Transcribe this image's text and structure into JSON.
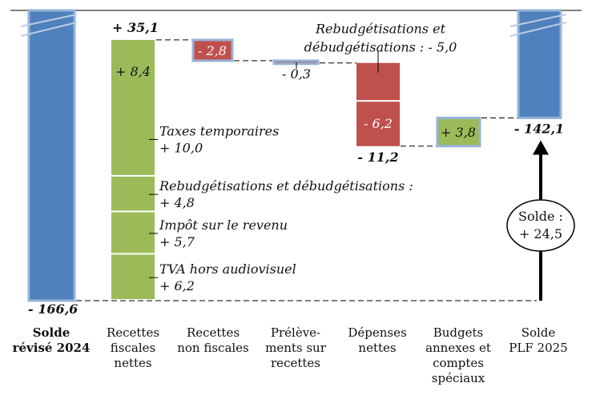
{
  "chart_data": {
    "type": "waterfall",
    "title": "",
    "start": {
      "label": "Solde révisé 2024",
      "value": -166.6,
      "value_label": "- 166,6"
    },
    "end": {
      "label": "Solde PLF 2025",
      "value": -142.1,
      "value_label": "- 142,1"
    },
    "categories": [
      "Solde révisé 2024",
      "Recettes fiscales nettes",
      "Recettes non fiscales",
      "Prélève-ments sur recettes",
      "Dépenses nettes",
      "Budgets annexes et comptes spéciaux",
      "Solde PLF 2025"
    ],
    "category_display": [
      "Solde\nrévisé 2024",
      "Recettes\nfiscales\nnettes",
      "Recettes\nnon fiscales",
      "Prélève-\nments sur\nrecettes",
      "Dépenses\nnettes",
      "Budgets\nannexes et\ncomptes\nspéciaux",
      "Solde\nPLF 2025"
    ],
    "steps": [
      {
        "category": "Recettes fiscales nettes",
        "value": 35.1,
        "total_label": "+ 35,1",
        "segments": [
          {
            "value": 6.2,
            "label": "TVA hors audiovisuel",
            "value_label": "+ 6,2"
          },
          {
            "value": 5.7,
            "label": "Impôt sur le revenu",
            "value_label": "+ 5,7"
          },
          {
            "value": 4.8,
            "label": "Rebudgétisations et débudgétisations :",
            "value_label": "+ 4,8"
          },
          {
            "value": 10.0,
            "label": "Taxes temporaires",
            "value_label": "+ 10,0"
          },
          {
            "value": 8.4,
            "label": "",
            "value_label": "+ 8,4"
          }
        ]
      },
      {
        "category": "Recettes non fiscales",
        "value": -2.8,
        "value_label": "- 2,8"
      },
      {
        "category": "Prélèvements sur recettes",
        "value": -0.3,
        "value_label": "- 0,3"
      },
      {
        "category": "Dépenses nettes",
        "value": -11.2,
        "total_label": "- 11,2",
        "segments": [
          {
            "value": -5.0,
            "label": "Rebudgétisations et débudgétisations :",
            "value_label": "- 5,0"
          },
          {
            "value": -6.2,
            "label": "",
            "value_label": "- 6,2"
          }
        ]
      },
      {
        "category": "Budgets annexes et comptes spéciaux",
        "value": 3.8,
        "value_label": "+ 3,8"
      }
    ],
    "annotation": {
      "line1": "Solde :",
      "line2": "+ 24,5",
      "value": 24.5
    },
    "colors": {
      "balance": "#4f81bd",
      "positive": "#9bbb59",
      "negative": "#c0504d",
      "border": "#95b3d7"
    }
  }
}
